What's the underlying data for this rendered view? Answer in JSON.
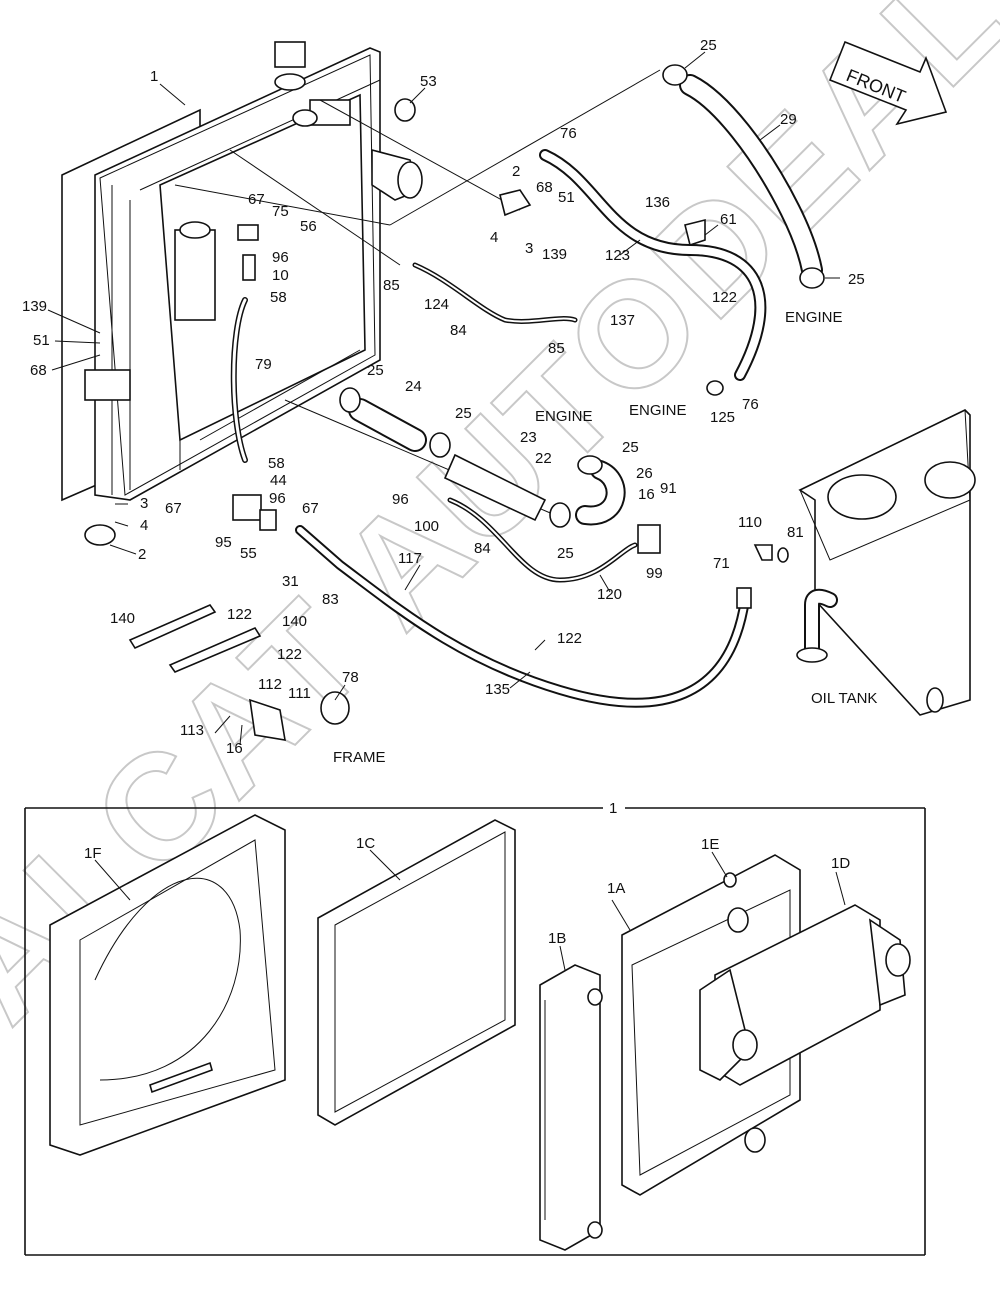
{
  "direction_arrow": {
    "label": "FRONT"
  },
  "callouts": [
    {
      "id": "c1",
      "text": "1"
    },
    {
      "id": "c25a",
      "text": "25"
    },
    {
      "id": "c53",
      "text": "53"
    },
    {
      "id": "c29",
      "text": "29"
    },
    {
      "id": "c76a",
      "text": "76"
    },
    {
      "id": "c2a",
      "text": "2"
    },
    {
      "id": "c68a",
      "text": "68"
    },
    {
      "id": "c51a",
      "text": "51"
    },
    {
      "id": "c4a",
      "text": "4"
    },
    {
      "id": "c3a",
      "text": "3"
    },
    {
      "id": "c139a",
      "text": "139"
    },
    {
      "id": "c136",
      "text": "136"
    },
    {
      "id": "c61",
      "text": "61"
    },
    {
      "id": "c67a",
      "text": "67"
    },
    {
      "id": "c75",
      "text": "75"
    },
    {
      "id": "c56",
      "text": "56"
    },
    {
      "id": "c96a",
      "text": "96"
    },
    {
      "id": "c10",
      "text": "10"
    },
    {
      "id": "c58a",
      "text": "58"
    },
    {
      "id": "c85a",
      "text": "85"
    },
    {
      "id": "c124",
      "text": "124"
    },
    {
      "id": "c123",
      "text": "123"
    },
    {
      "id": "c122a",
      "text": "122"
    },
    {
      "id": "c25b",
      "text": "25"
    },
    {
      "id": "c139b",
      "text": "139"
    },
    {
      "id": "c51b",
      "text": "51"
    },
    {
      "id": "c68b",
      "text": "68"
    },
    {
      "id": "c84a",
      "text": "84"
    },
    {
      "id": "c137",
      "text": "137"
    },
    {
      "id": "c85b",
      "text": "85"
    },
    {
      "id": "c79",
      "text": "79"
    },
    {
      "id": "c25c",
      "text": "25"
    },
    {
      "id": "c24",
      "text": "24"
    },
    {
      "id": "c125",
      "text": "125"
    },
    {
      "id": "c76b",
      "text": "76"
    },
    {
      "id": "c25d",
      "text": "25"
    },
    {
      "id": "c23",
      "text": "23"
    },
    {
      "id": "c25e",
      "text": "25"
    },
    {
      "id": "c22",
      "text": "22"
    },
    {
      "id": "c26",
      "text": "26"
    },
    {
      "id": "c58b",
      "text": "58"
    },
    {
      "id": "c44",
      "text": "44"
    },
    {
      "id": "c96b",
      "text": "96"
    },
    {
      "id": "c3b",
      "text": "3"
    },
    {
      "id": "c67b",
      "text": "67"
    },
    {
      "id": "c67c",
      "text": "67"
    },
    {
      "id": "c96c",
      "text": "96"
    },
    {
      "id": "c100",
      "text": "100"
    },
    {
      "id": "c16a",
      "text": "16"
    },
    {
      "id": "c91",
      "text": "91"
    },
    {
      "id": "c4b",
      "text": "4"
    },
    {
      "id": "c95",
      "text": "95"
    },
    {
      "id": "c55",
      "text": "55"
    },
    {
      "id": "c84b",
      "text": "84"
    },
    {
      "id": "c25f",
      "text": "25"
    },
    {
      "id": "c2b",
      "text": "2"
    },
    {
      "id": "c99",
      "text": "99"
    },
    {
      "id": "c110",
      "text": "110"
    },
    {
      "id": "c81",
      "text": "81"
    },
    {
      "id": "c117",
      "text": "117"
    },
    {
      "id": "c31",
      "text": "31"
    },
    {
      "id": "c71",
      "text": "71"
    },
    {
      "id": "c120",
      "text": "120"
    },
    {
      "id": "c83",
      "text": "83"
    },
    {
      "id": "c140a",
      "text": "140"
    },
    {
      "id": "c122b",
      "text": "122"
    },
    {
      "id": "c140b",
      "text": "140"
    },
    {
      "id": "c122c",
      "text": "122"
    },
    {
      "id": "c122d",
      "text": "122"
    },
    {
      "id": "c78",
      "text": "78"
    },
    {
      "id": "c112",
      "text": "112"
    },
    {
      "id": "c111",
      "text": "111"
    },
    {
      "id": "c135",
      "text": "135"
    },
    {
      "id": "c113",
      "text": "113"
    },
    {
      "id": "c16b",
      "text": "16"
    },
    {
      "id": "c1b",
      "text": "1"
    },
    {
      "id": "c1F",
      "text": "1F"
    },
    {
      "id": "c1C",
      "text": "1C"
    },
    {
      "id": "c1E",
      "text": "1E"
    },
    {
      "id": "c1D",
      "text": "1D"
    },
    {
      "id": "c1A",
      "text": "1A"
    },
    {
      "id": "c1B",
      "text": "1B"
    }
  ],
  "location_labels": [
    {
      "id": "engine1",
      "text": "ENGINE"
    },
    {
      "id": "engine2",
      "text": "ENGINE"
    },
    {
      "id": "engine3",
      "text": "ENGINE"
    },
    {
      "id": "frame",
      "text": "FRAME"
    },
    {
      "id": "oiltank",
      "text": "OIL TANK"
    }
  ],
  "watermark": {
    "text": "ALCAT AUTODEALER.RU"
  }
}
